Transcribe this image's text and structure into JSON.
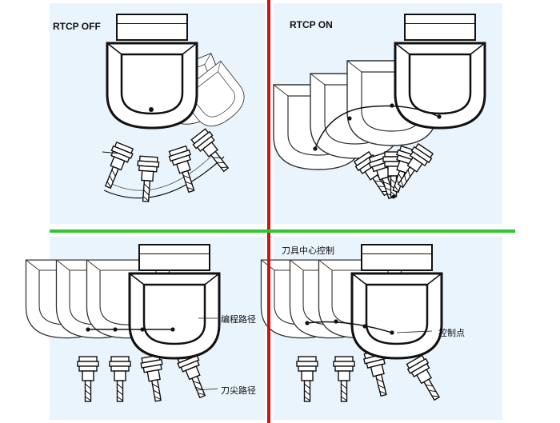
{
  "labels": {
    "rtcp_off": "RTCP OFF",
    "rtcp_on": "RTCP ON",
    "program_path": "编程路径",
    "tool_tip_path": "刀尖路径",
    "tool_center_control": "刀具中心控制",
    "control_point": "控制点"
  },
  "colors": {
    "panel_bg": "#eaf4fd",
    "vertical_divider": "#cc1111",
    "horizontal_divider": "#2ec82e",
    "line": "#111111"
  }
}
